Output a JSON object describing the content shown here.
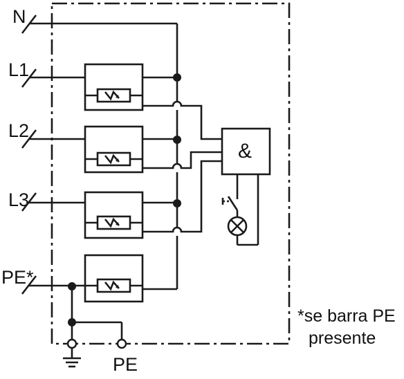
{
  "labels": {
    "n": "N",
    "l1": "L1",
    "l2": "L2",
    "l3": "L3",
    "pe_in": "PE*",
    "pe_out": "PE",
    "amp": "&"
  },
  "footnote": {
    "line1": "*se barra PE",
    "line2": "presente"
  }
}
